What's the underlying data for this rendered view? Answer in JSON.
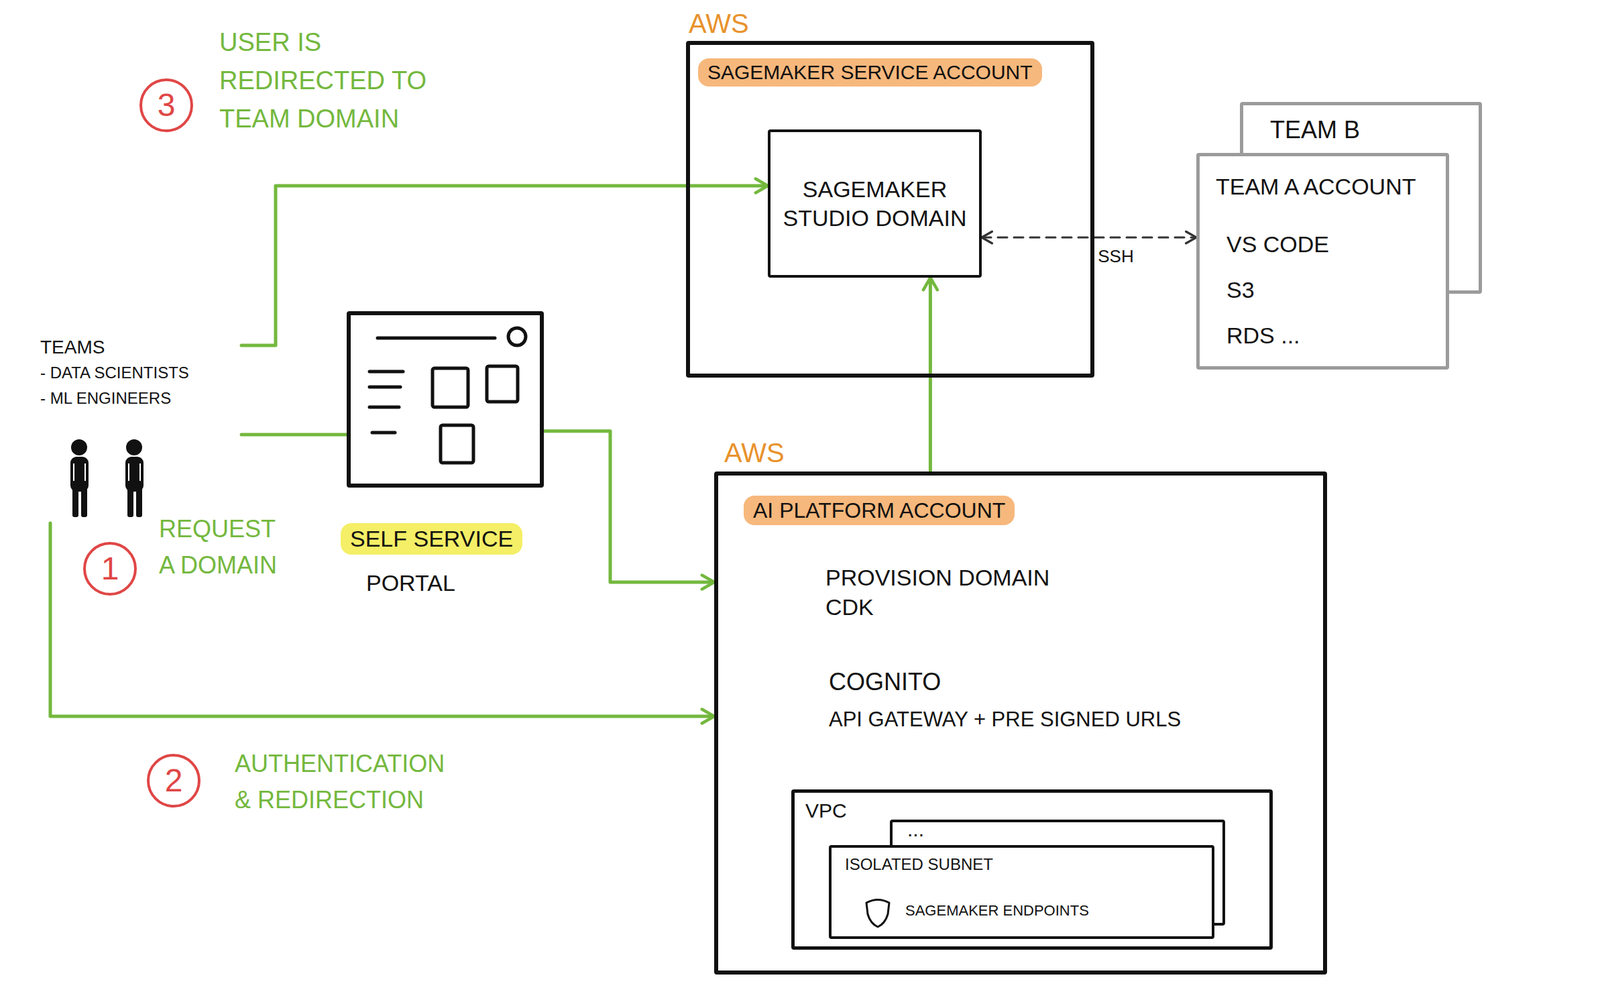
{
  "diagram": {
    "nodes": [
      {
        "text": [
          "SAGEMAKER SERVICE ACCOUNT"
        ]
      },
      {
        "text": [
          "SAGEMAKER STUDIO DOMAIN"
        ],
        "in": 0
      },
      {
        "text": [
          "TEAM B"
        ]
      },
      {
        "text": [
          "TEAM A ACCOUNT",
          "VS CODE",
          "S3",
          "RDS ..."
        ]
      },
      {
        "text": [
          "TEAMS",
          "- DATA SCIENTISTS",
          "- ML ENGINEERS"
        ]
      },
      {
        "text": [
          "SELF SERVICE",
          "PORTAL"
        ]
      },
      {
        "text": [
          "AI PLATFORM ACCOUNT",
          "PROVISION DOMAIN CDK",
          "COGNITO",
          "API GATEWAY + PRE SIGNED URLS"
        ]
      },
      {
        "text": [
          "VPC"
        ],
        "in": 6
      },
      {
        "text": [
          "..."
        ],
        "in": 7
      },
      {
        "text": [
          "ISOLATED SUBNET",
          "SAGEMAKER ENDPOINTS"
        ],
        "in": 7
      }
    ],
    "edges": [
      {
        "from": 4,
        "to": 1,
        "arrow": "to"
      },
      {
        "from": 4,
        "to": 5,
        "arrow": "none"
      },
      {
        "from": 5,
        "to": 6,
        "arrow": "to"
      },
      {
        "from": 4,
        "to": 6,
        "arrow": "to"
      },
      {
        "from": 6,
        "to": 1,
        "arrow": "to"
      },
      {
        "from": 1,
        "to": 3,
        "label": "SSH",
        "arrow": "both"
      }
    ],
    "labels": [
      "AWS",
      "AWS",
      "3",
      "USER IS REDIRECTED TO TEAM DOMAIN",
      "1",
      "REQUEST A DOMAIN",
      "2",
      "AUTHENTICATION & REDIRECTION"
    ]
  }
}
